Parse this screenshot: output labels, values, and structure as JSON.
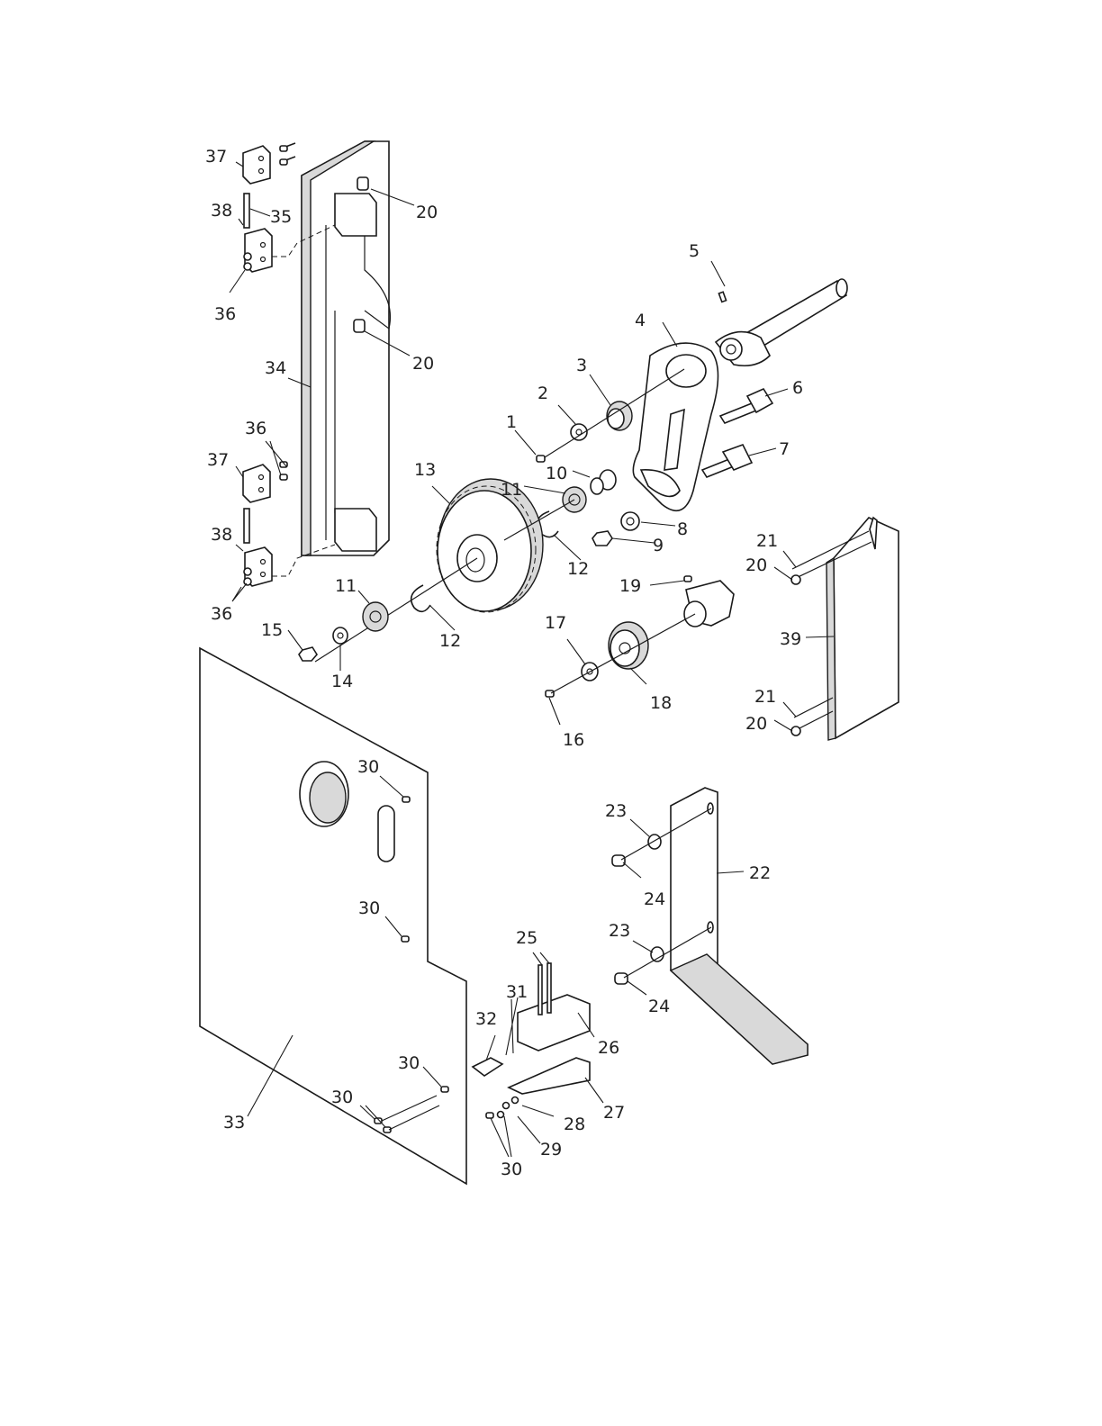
{
  "labels": {
    "l1": "1",
    "l2": "2",
    "l3": "3",
    "l4": "4",
    "l5": "5",
    "l6": "6",
    "l7": "7",
    "l8": "8",
    "l9": "9",
    "l10": "10",
    "l11a": "11",
    "l11b": "11",
    "l12a": "12",
    "l12b": "12",
    "l13": "13",
    "l14": "14",
    "l15": "15",
    "l16": "16",
    "l17": "17",
    "l18": "18",
    "l19": "19",
    "l20a": "20",
    "l20b": "20",
    "l20c": "20",
    "l20d": "20",
    "l21a": "21",
    "l21b": "21",
    "l22": "22",
    "l23a": "23",
    "l23b": "23",
    "l24a": "24",
    "l24b": "24",
    "l25": "25",
    "l26": "26",
    "l27": "27",
    "l28": "28",
    "l29": "29",
    "l30a": "30",
    "l30b": "30",
    "l30c": "30",
    "l30d": "30",
    "l30e": "30",
    "l31": "31",
    "l32": "32",
    "l33": "33",
    "l34": "34",
    "l35": "35",
    "l36a": "36",
    "l36b": "36",
    "l36c": "36",
    "l37a": "37",
    "l37b": "37",
    "l38a": "38",
    "l38b": "38",
    "l39": "39"
  }
}
